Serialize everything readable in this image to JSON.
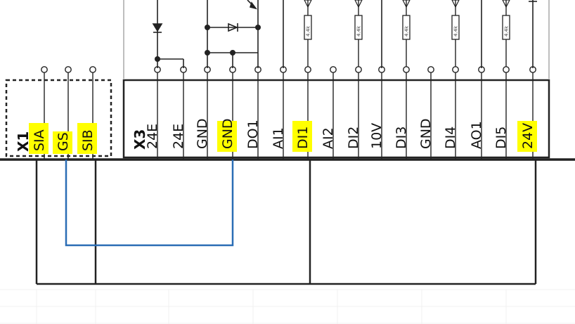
{
  "x1": {
    "title": "X1",
    "pins": [
      {
        "label": "SIA",
        "highlight": true
      },
      {
        "label": "GS",
        "highlight": true
      },
      {
        "label": "SIB",
        "highlight": true
      }
    ]
  },
  "x3": {
    "title": "X3",
    "pins": [
      {
        "label": "24E",
        "highlight": false
      },
      {
        "label": "24E",
        "highlight": false
      },
      {
        "label": "GND",
        "highlight": false
      },
      {
        "label": "GND",
        "highlight": true
      },
      {
        "label": "DO1",
        "highlight": false
      },
      {
        "label": "AI1",
        "highlight": false
      },
      {
        "label": "DI1",
        "highlight": true
      },
      {
        "label": "AI2",
        "highlight": false
      },
      {
        "label": "DI2",
        "highlight": false
      },
      {
        "label": "10V",
        "highlight": false
      },
      {
        "label": "DI3",
        "highlight": false
      },
      {
        "label": "GND",
        "highlight": false
      },
      {
        "label": "DI4",
        "highlight": false
      },
      {
        "label": "AO1",
        "highlight": false
      },
      {
        "label": "DI5",
        "highlight": false
      },
      {
        "label": "24V",
        "highlight": true
      }
    ]
  },
  "resistor_label": "4.4k",
  "colors": {
    "highlight": "#ffff00",
    "wire": "#222222",
    "jumper": "#2a6db5",
    "frame": "#9a9a9a"
  }
}
